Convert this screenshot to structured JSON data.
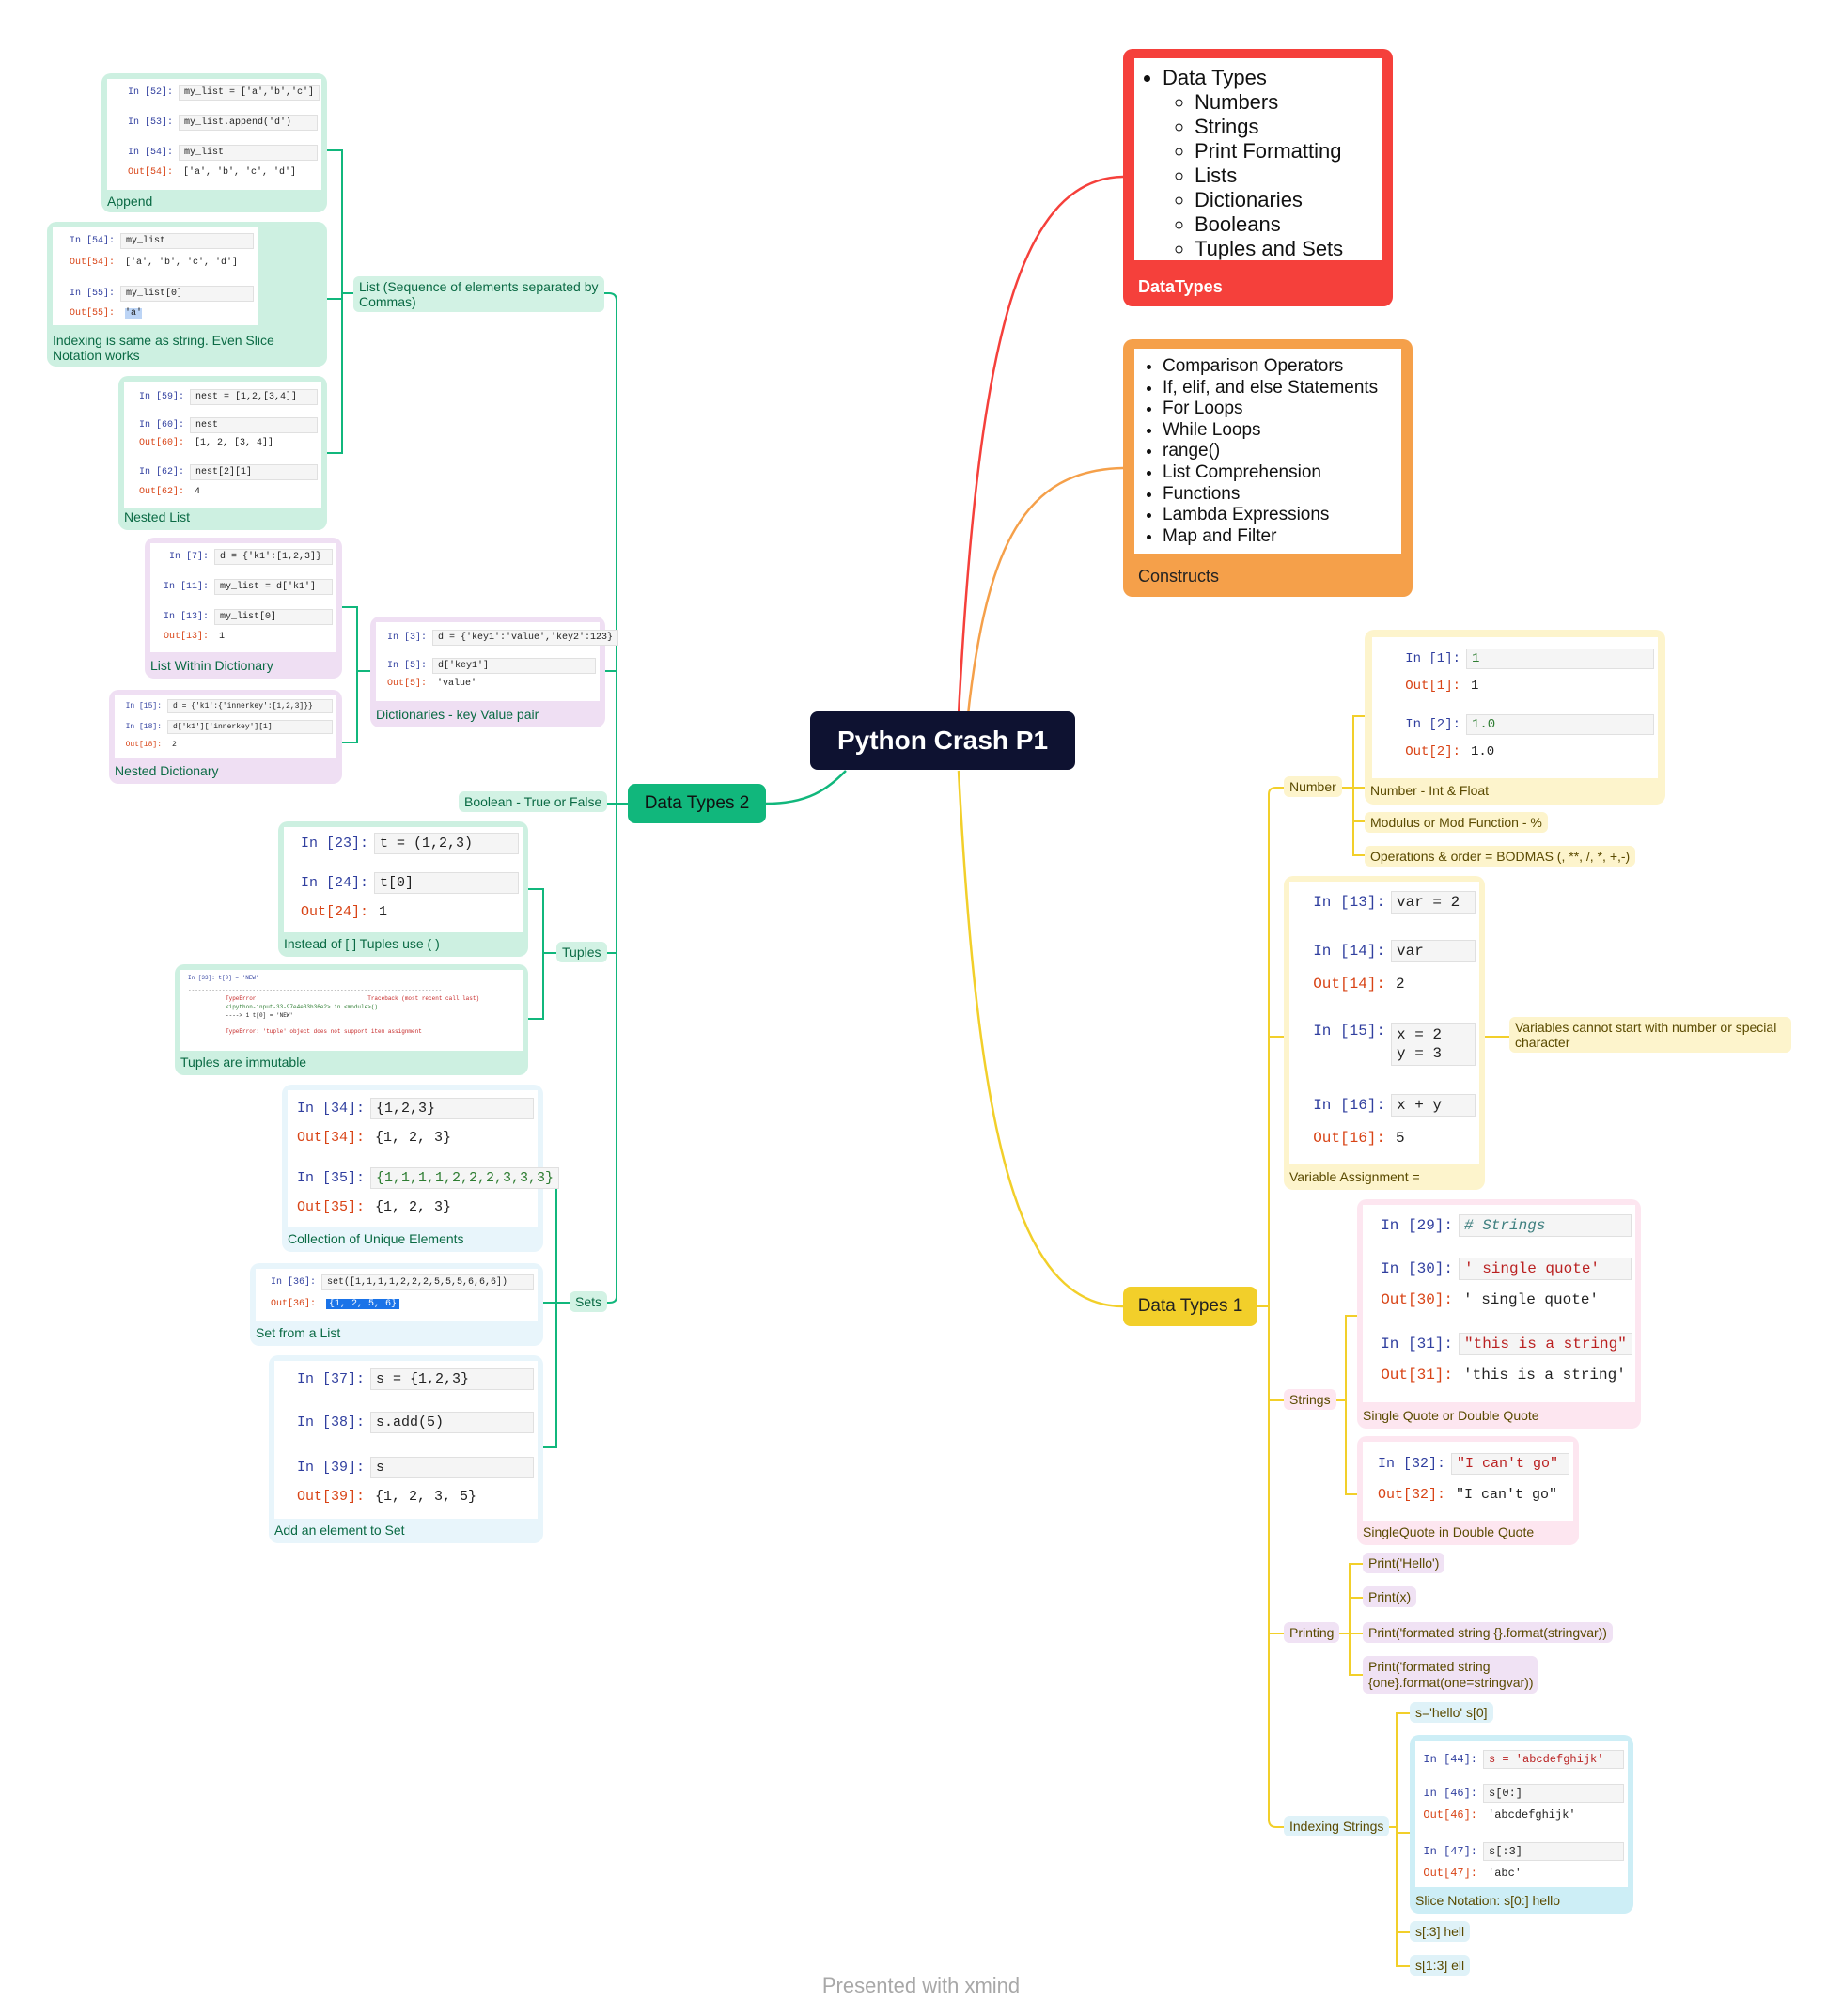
{
  "root": {
    "title": "Python Crash P1"
  },
  "topics": {
    "datatypes": {
      "label": "DataTypes",
      "color": "#f5403b",
      "items": [
        {
          "text": "Data Types",
          "level": 1
        },
        {
          "text": "Numbers",
          "level": 2
        },
        {
          "text": "Strings",
          "level": 2
        },
        {
          "text": "Print Formatting",
          "level": 2
        },
        {
          "text": "Lists",
          "level": 2
        },
        {
          "text": "Dictionaries",
          "level": 2
        },
        {
          "text": "Booleans",
          "level": 2
        },
        {
          "text": "Tuples and Sets",
          "level": 2
        }
      ]
    },
    "constructs": {
      "label": "Constructs",
      "color": "#f5a04a",
      "items": [
        "Comparison Operators",
        "If, elif, and else Statements",
        "For Loops",
        "While Loops",
        "range()",
        "List Comprehension",
        "Functions",
        "Lambda Expressions",
        "Map and Filter"
      ]
    },
    "dt1": {
      "label": "Data Types 1",
      "color": "#f2cf2a",
      "number": {
        "label": "Number",
        "cells": [
          {
            "prompt": "In [1]:",
            "code": "1",
            "kind": "in"
          },
          {
            "prompt": "Out[1]:",
            "code": "1",
            "kind": "out"
          },
          {
            "prompt": "In [2]:",
            "code": "1.0",
            "kind": "in"
          },
          {
            "prompt": "Out[2]:",
            "code": "1.0",
            "kind": "out"
          }
        ],
        "caption": "Number - Int & Float",
        "modulus": "Modulus or Mod Function - %",
        "operations": "Operations & order = BODMAS (, **, /, *, +,-)"
      },
      "variable": {
        "cells": [
          {
            "prompt": "In [13]:",
            "code": "var = 2",
            "kind": "in"
          },
          {
            "prompt": "In [14]:",
            "code": "var",
            "kind": "in"
          },
          {
            "prompt": "Out[14]:",
            "code": "2",
            "kind": "out"
          },
          {
            "prompt": "In [15]:",
            "code": "x = 2",
            "code2": "y = 3",
            "kind": "in"
          },
          {
            "prompt": "In [16]:",
            "code": "x + y",
            "kind": "in"
          },
          {
            "prompt": "Out[16]:",
            "code": "5",
            "kind": "out"
          }
        ],
        "caption": "Variable Assignment =",
        "note": "Variables cannot start with number or special character"
      },
      "strings": {
        "label": "Strings",
        "cells": [
          {
            "prompt": "In [29]:",
            "code": "# Strings",
            "kind": "in"
          },
          {
            "prompt": "In [30]:",
            "code": "' single quote'",
            "kind": "in"
          },
          {
            "prompt": "Out[30]:",
            "code": "' single quote'",
            "kind": "out"
          },
          {
            "prompt": "In [31]:",
            "code": "\"this is a string\"",
            "kind": "in"
          },
          {
            "prompt": "Out[31]:",
            "code": "'this is a string'",
            "kind": "out"
          }
        ],
        "caption": "Single Quote or Double Quote",
        "cells2": [
          {
            "prompt": "In [32]:",
            "code": "\"I can't go\"",
            "kind": "in"
          },
          {
            "prompt": "Out[32]:",
            "code": "\"I can't go\"",
            "kind": "out"
          }
        ],
        "caption2": "SingleQuote in Double Quote"
      },
      "printing": {
        "label": "Printing",
        "items": [
          "Print('Hello')",
          "Print(x)",
          "Print('formated string {}.format(stringvar))",
          "Print('formated string {one}.format(one=stringvar))"
        ]
      },
      "indexing": {
        "label": "Indexing Strings",
        "first": "s='hello' s[0]",
        "cells": [
          {
            "prompt": "In [44]:",
            "code": "s = 'abcdefghijk'",
            "kind": "in"
          },
          {
            "prompt": "In [46]:",
            "code": "s[0:]",
            "kind": "in"
          },
          {
            "prompt": "Out[46]:",
            "code": "'abcdefghijk'",
            "kind": "out"
          },
          {
            "prompt": "In [47]:",
            "code": "s[:3]",
            "kind": "in"
          },
          {
            "prompt": "Out[47]:",
            "code": "'abc'",
            "kind": "out"
          }
        ],
        "caption": "Slice Notation: s[0:] hello",
        "s3": "s[:3] hell",
        "s13": "s[1:3] ell"
      }
    },
    "dt2": {
      "label": "Data Types 2",
      "color": "#11b77c",
      "list": {
        "label": "List (Sequence of elements separated by Commas)",
        "append": {
          "cells": [
            {
              "prompt": "In [52]:",
              "code": "my_list = ['a','b','c']",
              "kind": "in"
            },
            {
              "prompt": "In [53]:",
              "code": "my_list.append('d')",
              "kind": "in"
            },
            {
              "prompt": "In [54]:",
              "code": "my_list",
              "kind": "in"
            },
            {
              "prompt": "Out[54]:",
              "code": "['a', 'b', 'c', 'd']",
              "kind": "out"
            }
          ],
          "caption": "Append"
        },
        "indexing": {
          "cells": [
            {
              "prompt": "In [54]:",
              "code": "my_list",
              "kind": "in"
            },
            {
              "prompt": "Out[54]:",
              "code": "['a', 'b', 'c', 'd']",
              "kind": "out"
            },
            {
              "prompt": "In [55]:",
              "code": "my_list[0]",
              "kind": "in"
            },
            {
              "prompt": "Out[55]:",
              "code": "'a'",
              "kind": "out"
            }
          ],
          "caption": "Indexing is same as string. Even Slice Notation works"
        },
        "nested": {
          "cells": [
            {
              "prompt": "In [59]:",
              "code": "nest = [1,2,[3,4]]",
              "kind": "in"
            },
            {
              "prompt": "In [60]:",
              "code": "nest",
              "kind": "in"
            },
            {
              "prompt": "Out[60]:",
              "code": "[1, 2, [3, 4]]",
              "kind": "out"
            },
            {
              "prompt": "In [62]:",
              "code": "nest[2][1]",
              "kind": "in"
            },
            {
              "prompt": "Out[62]:",
              "code": "4",
              "kind": "out"
            }
          ],
          "caption": "Nested List"
        }
      },
      "dict": {
        "label": "Dictionaries - key Value pair",
        "cells": [
          {
            "prompt": "In [3]:",
            "code": "d = {'key1':'value','key2':123}",
            "kind": "in"
          },
          {
            "prompt": "In [5]:",
            "code": "d['key1']",
            "kind": "in"
          },
          {
            "prompt": "Out[5]:",
            "code": "'value'",
            "kind": "out"
          }
        ],
        "within": {
          "cells": [
            {
              "prompt": "In [7]:",
              "code": "d = {'k1':[1,2,3]}",
              "kind": "in"
            },
            {
              "prompt": "In [11]:",
              "code": "my_list = d['k1']",
              "kind": "in"
            },
            {
              "prompt": "In [13]:",
              "code": "my_list[0]",
              "kind": "in"
            },
            {
              "prompt": "Out[13]:",
              "code": "1",
              "kind": "out"
            }
          ],
          "caption": "List Within Dictionary"
        },
        "nested": {
          "cells": [
            {
              "prompt": "In [15]:",
              "code": "d = {'k1':{'innerkey':[1,2,3]}}",
              "kind": "in"
            },
            {
              "prompt": "In [18]:",
              "code": "d['k1']['innerkey'][1]",
              "kind": "in"
            },
            {
              "prompt": "Out[18]:",
              "code": "2",
              "kind": "out"
            }
          ],
          "caption": "Nested Dictionary"
        }
      },
      "boolean": "Boolean - True or False",
      "tuples": {
        "label": "Tuples",
        "cells": [
          {
            "prompt": "In [23]:",
            "code": "t = (1,2,3)",
            "kind": "in"
          },
          {
            "prompt": "In [24]:",
            "code": "t[0]",
            "kind": "in"
          },
          {
            "prompt": "Out[24]:",
            "code": "1",
            "kind": "out"
          }
        ],
        "caption": "Instead of [ ] Tuples use ( )",
        "immutable": {
          "line1": "In [33]: t[0] = 'NEW'",
          "line2": "---------------------------------------------------------------------------",
          "line3": "TypeError                                 Traceback (most recent call last)",
          "line4": "<ipython-input-33-97e4e33b36e2> in <module>()",
          "line5": "----> 1 t[0] = 'NEW'",
          "line6": "TypeError: 'tuple' object does not support item assignment",
          "caption": "Tuples are immutable"
        }
      },
      "sets": {
        "label": "Sets",
        "unique": {
          "cells": [
            {
              "prompt": "In [34]:",
              "code": "{1,2,3}",
              "kind": "in"
            },
            {
              "prompt": "Out[34]:",
              "code": "{1, 2, 3}",
              "kind": "out"
            },
            {
              "prompt": "In [35]:",
              "code": "{1,1,1,1,2,2,2,3,3,3}",
              "kind": "in"
            },
            {
              "prompt": "Out[35]:",
              "code": "{1, 2, 3}",
              "kind": "out"
            }
          ],
          "caption": "Collection of Unique Elements"
        },
        "fromlist": {
          "cells": [
            {
              "prompt": "In [36]:",
              "code": "set([1,1,1,1,2,2,2,5,5,5,6,6,6])",
              "kind": "in"
            },
            {
              "prompt": "Out[36]:",
              "code": "{1, 2, 5, 6}",
              "kind": "out"
            }
          ],
          "caption": "Set from a List"
        },
        "add": {
          "cells": [
            {
              "prompt": "In [37]:",
              "code": "s = {1,2,3}",
              "kind": "in"
            },
            {
              "prompt": "In [38]:",
              "code": "s.add(5)",
              "kind": "in"
            },
            {
              "prompt": "In [39]:",
              "code": "s",
              "kind": "in"
            },
            {
              "prompt": "Out[39]:",
              "code": "{1, 2, 3, 5}",
              "kind": "out"
            }
          ],
          "caption": "Add an element to Set"
        }
      }
    }
  },
  "footer": "Presented with xmind"
}
